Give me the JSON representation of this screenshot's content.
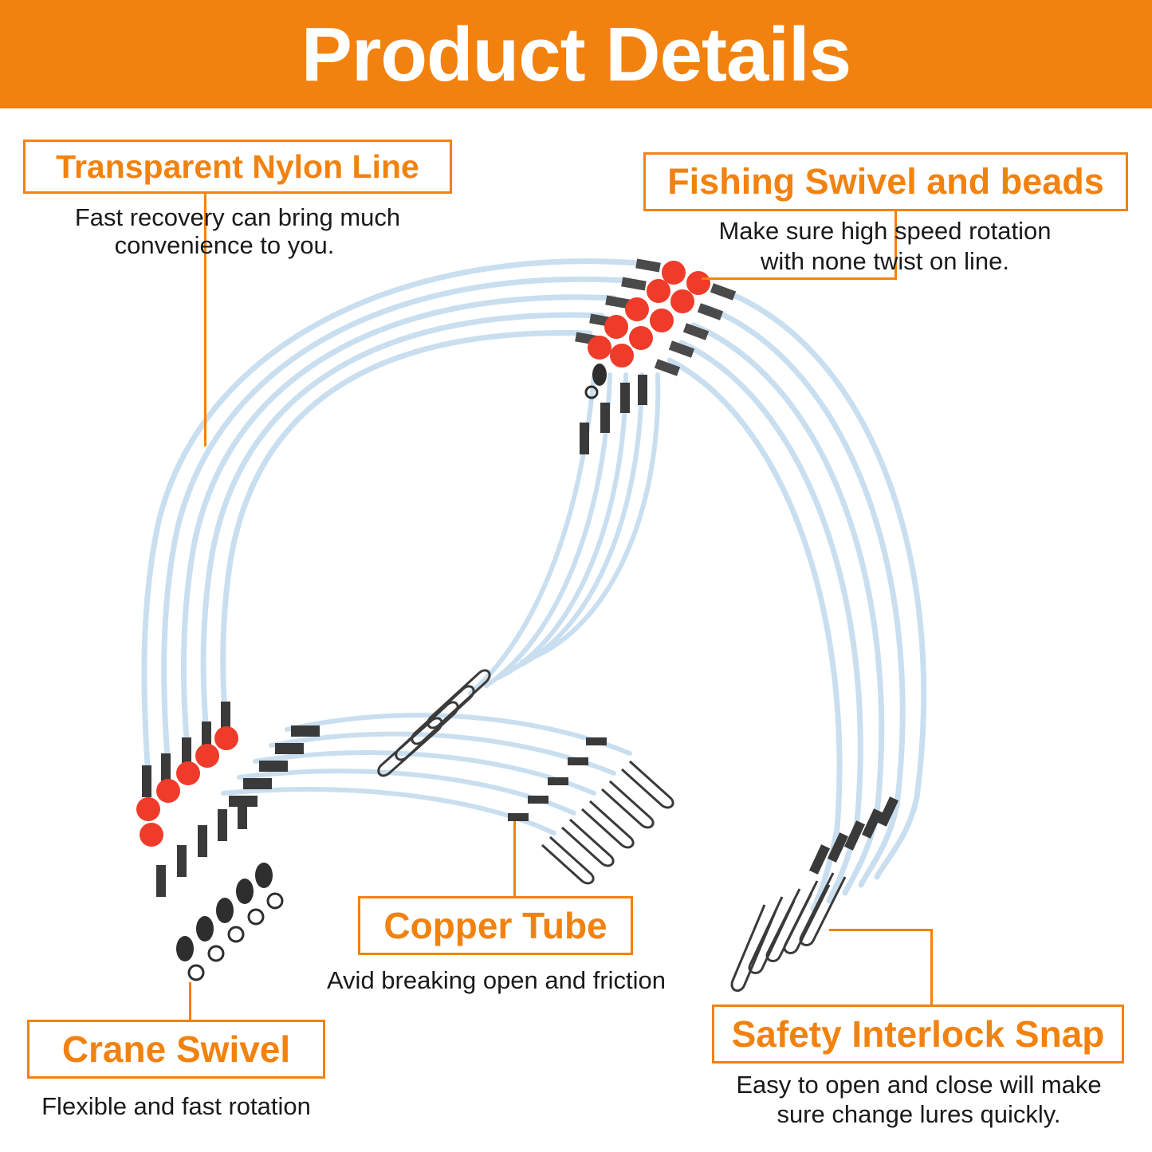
{
  "header": {
    "title": "Product Details"
  },
  "callouts": {
    "nylon_line": {
      "title": "Transparent Nylon Line",
      "desc_line1": "Fast recovery can bring much",
      "desc_line2": "convenience to you."
    },
    "swivel_beads": {
      "title": "Fishing Swivel and beads",
      "desc_line1": "Make sure high speed rotation",
      "desc_line2": "with none twist on line."
    },
    "copper_tube": {
      "title": "Copper Tube",
      "desc_line1": "Avid breaking open and friction"
    },
    "crane_swivel": {
      "title": "Crane Swivel",
      "desc_line1": "Flexible and fast rotation"
    },
    "safety_snap": {
      "title": "Safety Interlock Snap",
      "desc_line1": "Easy to open and close will make",
      "desc_line2": "sure change lures quickly."
    }
  },
  "colors": {
    "accent": "#f2820f",
    "line": "#c9dff0",
    "bead": "#ef3b2a",
    "metal": "#3a3a3a"
  }
}
